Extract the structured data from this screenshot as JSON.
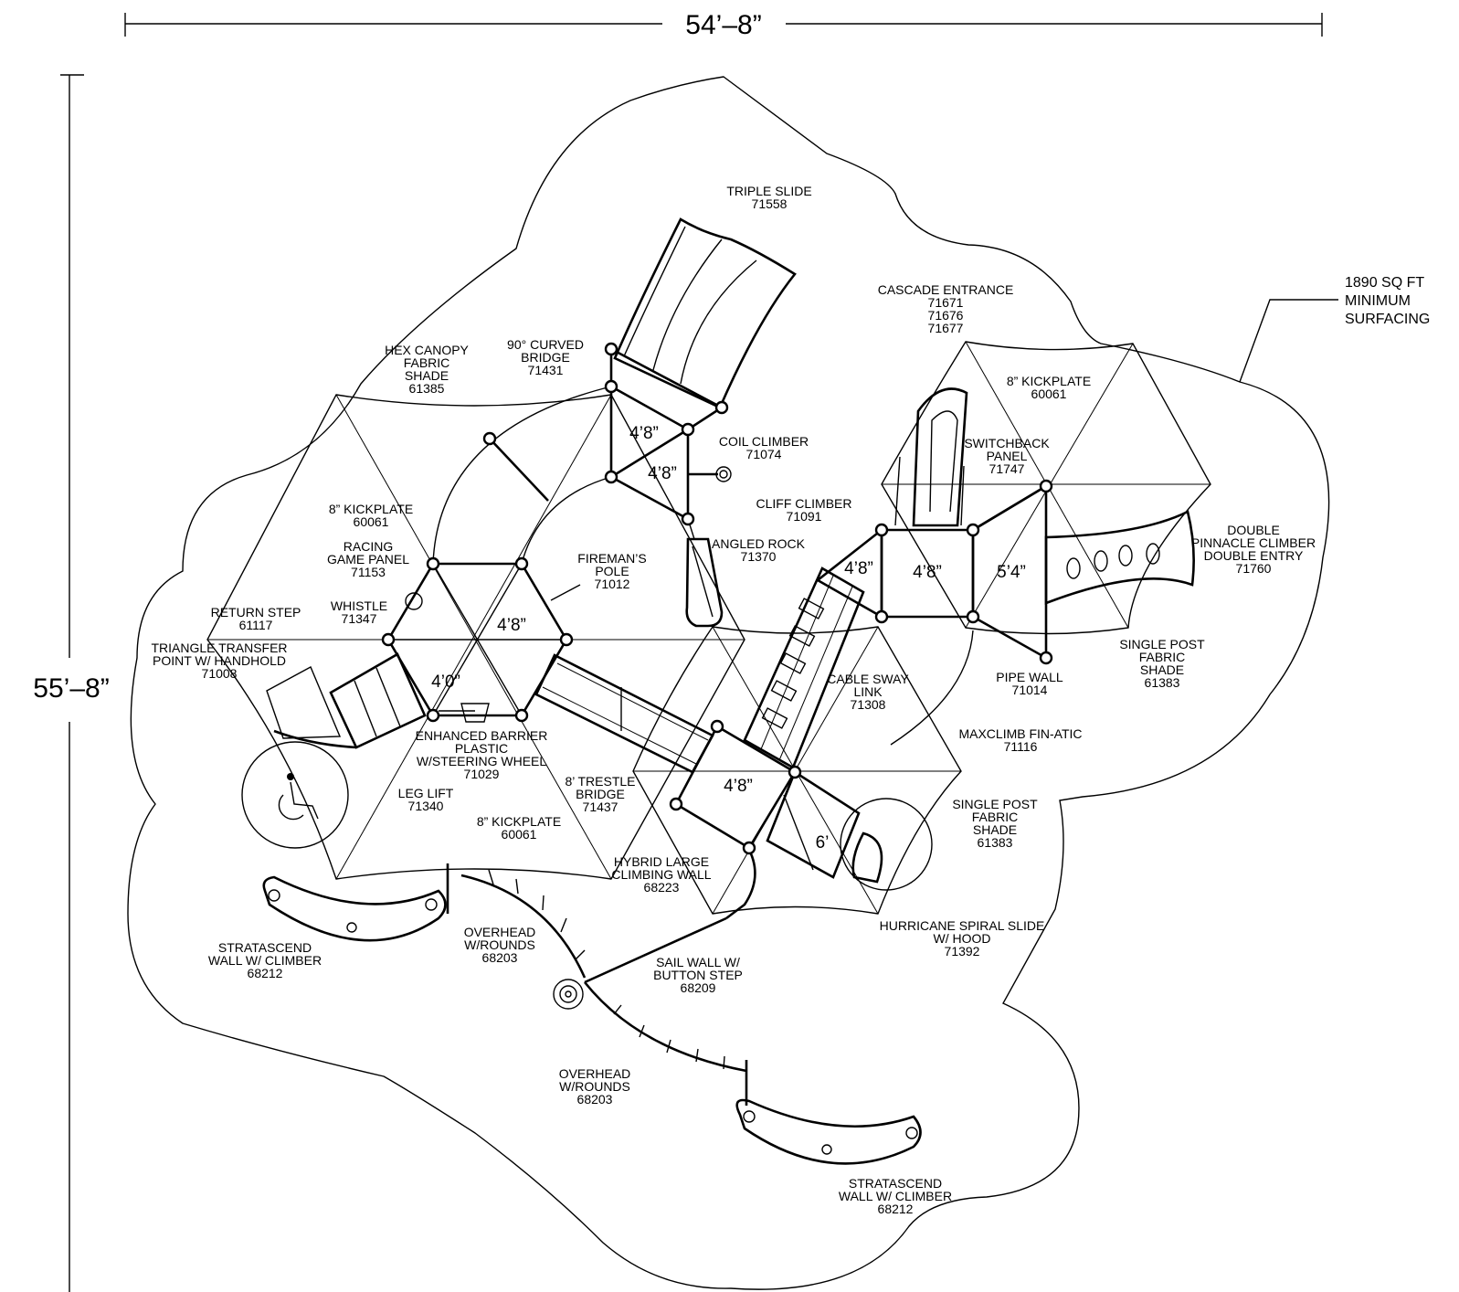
{
  "dimensions": {
    "width": "54’–8”",
    "height": "55’–8”"
  },
  "surfacing_note": [
    "1890 SQ FT",
    "MINIMUM",
    "SURFACING"
  ],
  "decks": {
    "hex_top": "4’8”",
    "hex_left": "4’0”",
    "tri_top": "4’8”",
    "tri_bottom": "4’8”",
    "right_a": "4’8”",
    "right_b": "4’8”",
    "right_c": "5’4”",
    "lower": "4’8”",
    "step": "6’"
  },
  "labels": [
    {
      "id": "triple-slide",
      "lines": [
        "TRIPLE SLIDE",
        "71558"
      ]
    },
    {
      "id": "hex-canopy",
      "lines": [
        "HEX CANOPY",
        "FABRIC",
        "SHADE",
        "61385"
      ]
    },
    {
      "id": "curved-bridge",
      "lines": [
        "90° CURVED",
        "BRIDGE",
        "71431"
      ]
    },
    {
      "id": "cascade-entrance",
      "lines": [
        "CASCADE ENTRANCE",
        "71671",
        "71676",
        "71677"
      ]
    },
    {
      "id": "kickplate-right",
      "lines": [
        "8” KICKPLATE",
        "60061"
      ]
    },
    {
      "id": "coil-climber",
      "lines": [
        "COIL CLIMBER",
        "71074"
      ]
    },
    {
      "id": "switchback-panel",
      "lines": [
        "SWITCHBACK",
        "PANEL",
        "71747"
      ]
    },
    {
      "id": "kickplate-left",
      "lines": [
        "8” KICKPLATE",
        "60061"
      ]
    },
    {
      "id": "cliff-climber",
      "lines": [
        "CLIFF CLIMBER",
        "71091"
      ]
    },
    {
      "id": "double-pinnacle",
      "lines": [
        "DOUBLE",
        "PINNACLE CLIMBER",
        "DOUBLE ENTRY",
        "71760"
      ]
    },
    {
      "id": "racing-game",
      "lines": [
        "RACING",
        "GAME PANEL",
        "71153"
      ]
    },
    {
      "id": "angled-rock",
      "lines": [
        "ANGLED ROCK",
        "71370"
      ]
    },
    {
      "id": "firemans-pole",
      "lines": [
        "FIREMAN’S",
        "POLE",
        "71012"
      ]
    },
    {
      "id": "return-step",
      "lines": [
        "RETURN STEP",
        "61117"
      ]
    },
    {
      "id": "whistle",
      "lines": [
        "WHISTLE",
        "71347"
      ]
    },
    {
      "id": "triangle-transfer",
      "lines": [
        "TRIANGLE TRANSFER",
        "POINT W/ HANDHOLD",
        "71008"
      ]
    },
    {
      "id": "single-post-shade-1",
      "lines": [
        "SINGLE POST",
        "FABRIC",
        "SHADE",
        "61383"
      ]
    },
    {
      "id": "pipe-wall",
      "lines": [
        "PIPE WALL",
        "71014"
      ]
    },
    {
      "id": "cable-sway",
      "lines": [
        "CABLE SWAY",
        "LINK",
        "71308"
      ]
    },
    {
      "id": "enhanced-barrier",
      "lines": [
        "ENHANCED BARRIER",
        "PLASTIC",
        "W/STEERING WHEEL",
        "71029"
      ]
    },
    {
      "id": "maxclimb",
      "lines": [
        "MAXCLIMB FIN-ATIC",
        "71116"
      ]
    },
    {
      "id": "trestle-bridge",
      "lines": [
        "8’ TRESTLE",
        "BRIDGE",
        "71437"
      ]
    },
    {
      "id": "leg-lift",
      "lines": [
        "LEG LIFT",
        "71340"
      ]
    },
    {
      "id": "kickplate-bottom",
      "lines": [
        "8” KICKPLATE",
        "60061"
      ]
    },
    {
      "id": "single-post-shade-2",
      "lines": [
        "SINGLE POST",
        "FABRIC",
        "SHADE",
        "61383"
      ]
    },
    {
      "id": "hybrid-wall",
      "lines": [
        "HYBRID LARGE",
        "CLIMBING WALL",
        "68223"
      ]
    },
    {
      "id": "hurricane-slide",
      "lines": [
        "HURRICANE SPIRAL SLIDE",
        "W/ HOOD",
        "71392"
      ]
    },
    {
      "id": "overhead-1",
      "lines": [
        "OVERHEAD",
        "W/ROUNDS",
        "68203"
      ]
    },
    {
      "id": "stratascend-1",
      "lines": [
        "STRATASCEND",
        "WALL W/ CLIMBER",
        "68212"
      ]
    },
    {
      "id": "sail-wall",
      "lines": [
        "SAIL WALL W/",
        "BUTTON STEP",
        "68209"
      ]
    },
    {
      "id": "overhead-2",
      "lines": [
        "OVERHEAD",
        "W/ROUNDS",
        "68203"
      ]
    },
    {
      "id": "stratascend-2",
      "lines": [
        "STRATASCEND",
        "WALL W/ CLIMBER",
        "68212"
      ]
    }
  ]
}
